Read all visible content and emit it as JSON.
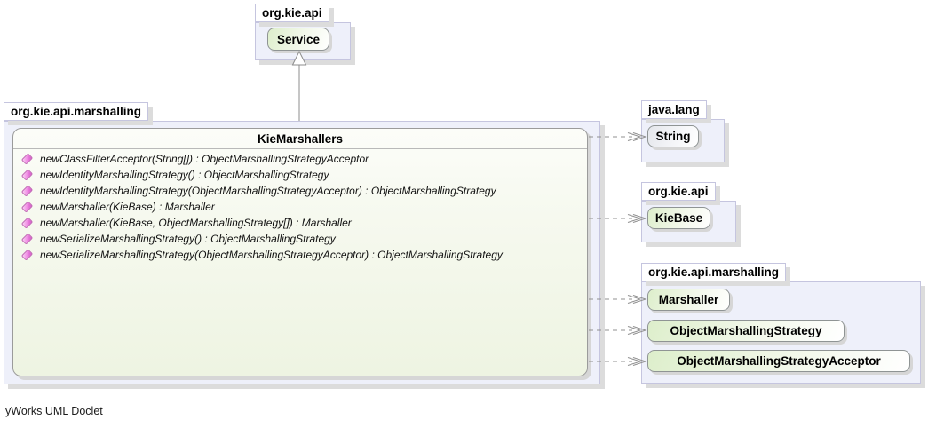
{
  "diagram": {
    "footer": "yWorks UML Doclet",
    "top_package": {
      "label": "org.kie.api",
      "classes": [
        {
          "name": "Service"
        }
      ]
    },
    "main_package": {
      "label": "org.kie.api.marshalling",
      "class_name": "KieMarshallers",
      "methods": [
        "newClassFilterAcceptor(String[]) : ObjectMarshallingStrategyAcceptor",
        "newIdentityMarshallingStrategy() : ObjectMarshallingStrategy",
        "newIdentityMarshallingStrategy(ObjectMarshallingStrategyAcceptor) : ObjectMarshallingStrategy",
        "newMarshaller(KieBase) : Marshaller",
        "newMarshaller(KieBase, ObjectMarshallingStrategy[]) : Marshaller",
        "newSerializeMarshallingStrategy() : ObjectMarshallingStrategy",
        "newSerializeMarshallingStrategy(ObjectMarshallingStrategyAcceptor) : ObjectMarshallingStrategy"
      ]
    },
    "right_packages": [
      {
        "label": "java.lang",
        "classes": [
          {
            "name": "String"
          }
        ]
      },
      {
        "label": "org.kie.api",
        "classes": [
          {
            "name": "KieBase"
          }
        ]
      },
      {
        "label": "org.kie.api.marshalling",
        "classes": [
          {
            "name": "Marshaller"
          },
          {
            "name": "ObjectMarshallingStrategy"
          },
          {
            "name": "ObjectMarshallingStrategyAcceptor"
          }
        ]
      }
    ],
    "relations": [
      {
        "from": "KieMarshallers",
        "to": "Service",
        "type": "generalization"
      },
      {
        "from": "KieMarshallers",
        "to": "String",
        "type": "dependency"
      },
      {
        "from": "KieMarshallers",
        "to": "KieBase",
        "type": "dependency"
      },
      {
        "from": "KieMarshallers",
        "to": "Marshaller",
        "type": "dependency"
      },
      {
        "from": "KieMarshallers",
        "to": "ObjectMarshallingStrategy",
        "type": "dependency"
      },
      {
        "from": "KieMarshallers",
        "to": "ObjectMarshallingStrategyAcceptor",
        "type": "dependency"
      }
    ],
    "colors": {
      "package_fill": "#eef0fa",
      "package_border": "#c5c5df",
      "node_green": "#ddeecb",
      "node_gray": "#e4e6eb",
      "edge": "#8c8c8c",
      "method_icon": "#ee86e2"
    }
  }
}
